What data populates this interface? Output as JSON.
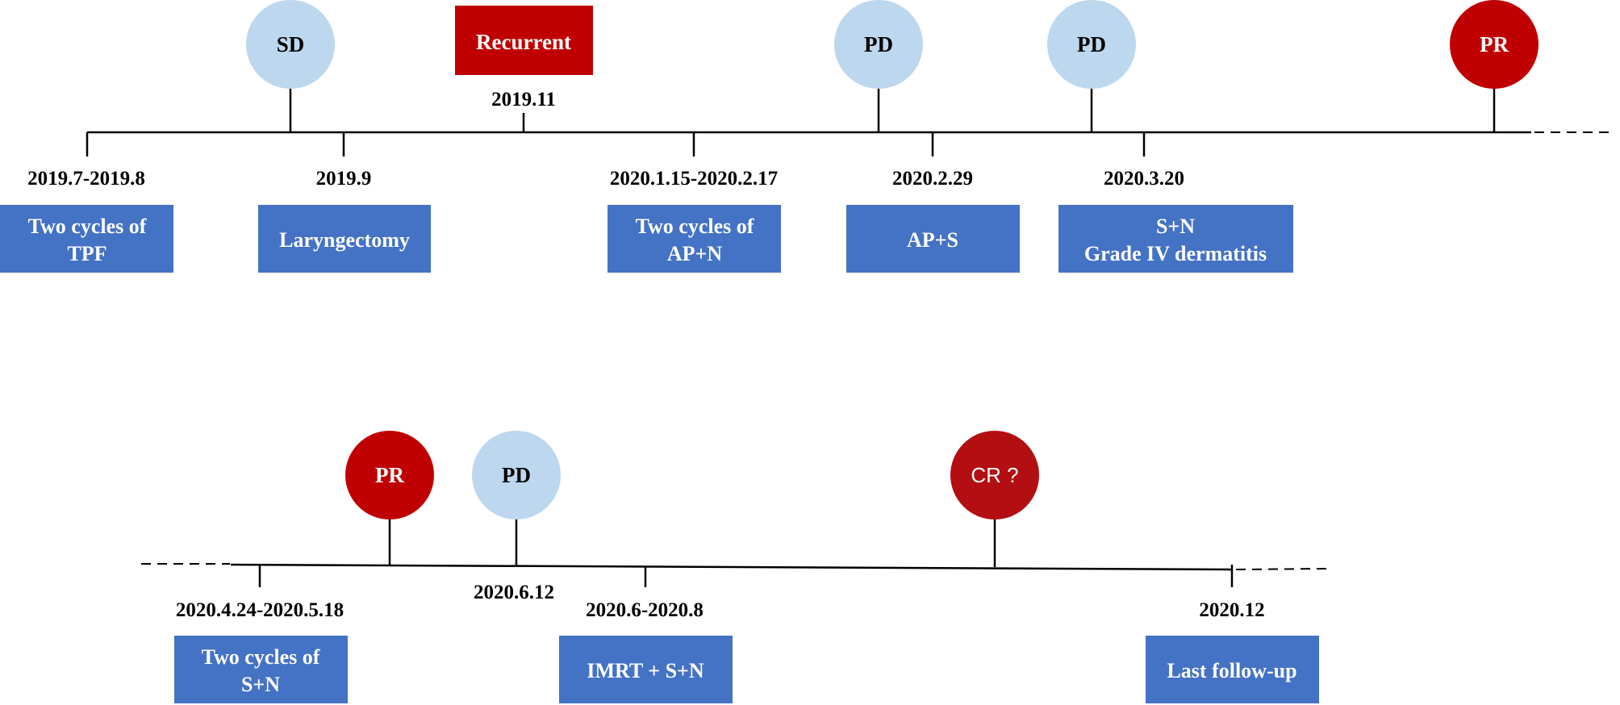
{
  "colors": {
    "line": "#000000",
    "status_light": "#bdd7ee",
    "status_red": "#c00000",
    "box_blue": "#4472c4",
    "text_dark": "#000000",
    "text_white": "#ffffff"
  },
  "row1": {
    "statuses": [
      {
        "label": "SD",
        "style": "light"
      },
      {
        "label": "PD",
        "style": "light"
      },
      {
        "label": "PD",
        "style": "light"
      },
      {
        "label": "PR",
        "style": "red"
      }
    ],
    "recurrent": {
      "label": "Recurrent",
      "date": "2019.11"
    },
    "dates": [
      "2019.7-2019.8",
      "2019.9",
      "2020.1.15-2020.2.17",
      "2020.2.29",
      "2020.3.20"
    ],
    "boxes": [
      {
        "lines": [
          "Two cycles of",
          "TPF"
        ]
      },
      {
        "lines": [
          "Laryngectomy"
        ]
      },
      {
        "lines": [
          "Two cycles of",
          "AP+N"
        ]
      },
      {
        "lines": [
          "AP+S"
        ]
      },
      {
        "lines": [
          "S+N",
          "Grade IV dermatitis"
        ]
      }
    ]
  },
  "row2": {
    "statuses": [
      {
        "label": "PR",
        "style": "red"
      },
      {
        "label": "PD",
        "style": "light"
      },
      {
        "label": "CR ?",
        "style": "red"
      }
    ],
    "date_below_status": "2020.6.12",
    "dates": [
      "2020.4.24-2020.5.18",
      "2020.6-2020.8",
      "2020.12"
    ],
    "boxes": [
      {
        "lines": [
          "Two cycles of",
          "S+N"
        ]
      },
      {
        "lines": [
          "IMRT + S+N"
        ]
      },
      {
        "lines": [
          "Last follow-up"
        ]
      }
    ]
  }
}
